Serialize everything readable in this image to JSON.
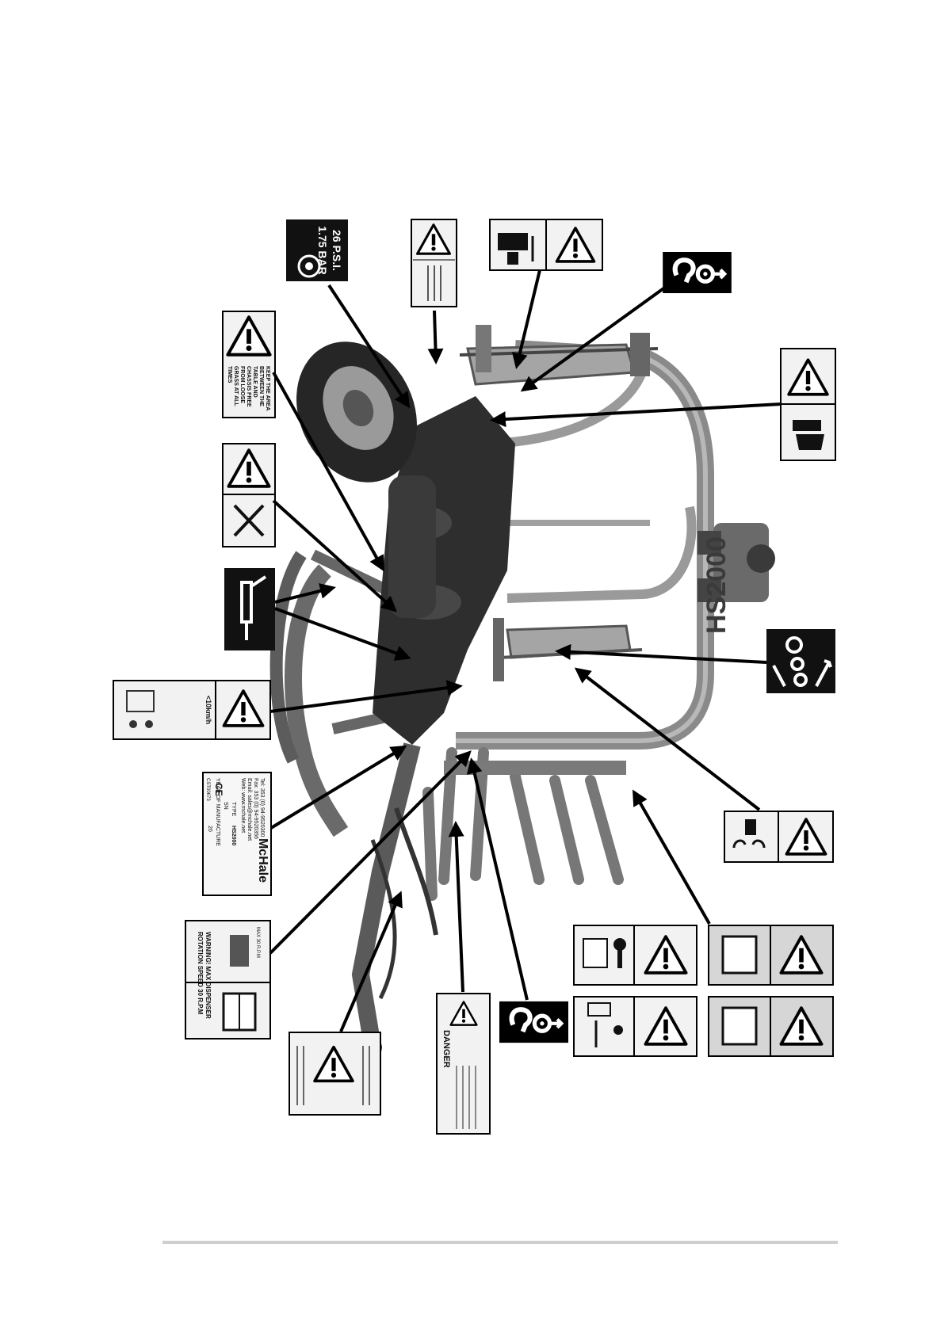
{
  "figure": {
    "decals": {
      "tyre_pressure_psi": "26 P.S.I.",
      "tyre_pressure_bar": "1.75 BAR",
      "keep_area_lines": [
        "KEEP THE AREA",
        "BETWEEN THE",
        "TABLE AND",
        "CHASSIS FREE",
        "FROM LOOSE",
        "GRASS AT ALL",
        "TIMES"
      ],
      "brand_plate": {
        "brand": "McHale",
        "tel": "Tel: 353 (0) 94-9520300",
        "fax": "Fax: 353 (0) 94-9520356",
        "email": "Email: sales@mchale.net",
        "web": "Web: www.mchale.net",
        "type_label": "TYPE",
        "type_value": "HS2000",
        "sn_label": "SN",
        "year_label": "YEAR OF MANUFACTURE",
        "year_value": "20",
        "part_no": "CST00673"
      },
      "dispenser_warning_line1": "WARNING! MAX DISPENSER",
      "dispenser_warning_line2": "ROTATION SPEED 30 R.P.M",
      "dispenser_max_note": "MAX 30 R.P.M",
      "danger_label": "DANGER",
      "machine_model": "HS2000",
      "speed_note": "<10km/h"
    },
    "icons": {
      "warning": "warning-triangle-icon",
      "lift_hook": "lifting-hook-icon",
      "grease_gun": "grease-gun-icon",
      "manual": "operator-manual-icon",
      "tyre": "tyre-icon",
      "crush": "crush-hazard-icon",
      "no_tools": "no-spanner-icon",
      "rollers": "roller-entanglement-icon"
    },
    "colors": {
      "machine": "#5a5a5a",
      "machine_dark": "#2b2b2b",
      "frame": "#8a8a8a",
      "decal_bg": "#f2f2f2",
      "decal_dark": "#111111",
      "pointer": "#000000"
    }
  }
}
